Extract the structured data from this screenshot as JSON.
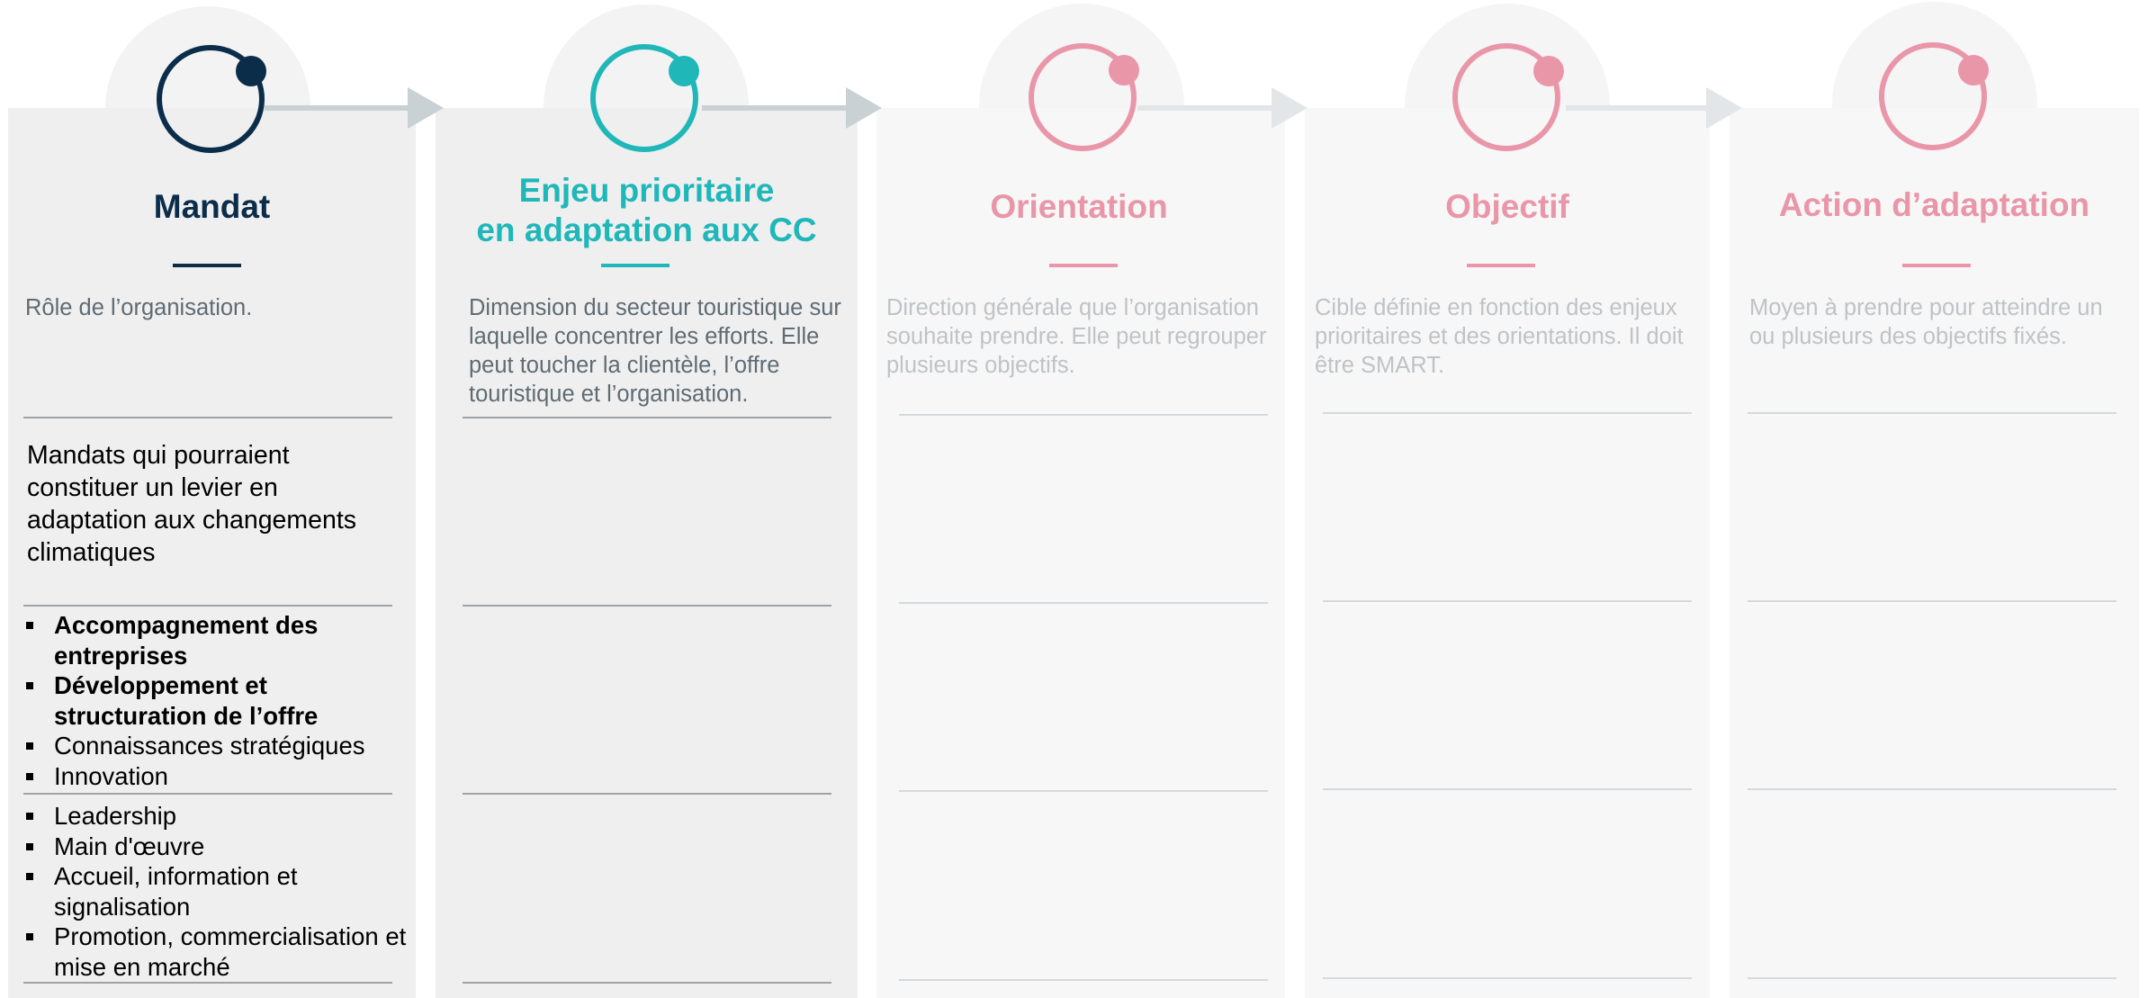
{
  "colors": {
    "navy": "#0b2d4a",
    "teal": "#20b7b9",
    "pink": "#e996a9",
    "panel_active": "#efeff0",
    "panel_inactive": "#f7f7f7",
    "halo": "#f3f3f3",
    "text_dark": "#5f6b72",
    "text_muted": "#bfc3c6"
  },
  "columns": [
    {
      "title_lines": [
        "Mandat"
      ],
      "description": "Rôle de l’organisation.",
      "status": "active",
      "accent": "navy",
      "icon": "circle-progress-icon"
    },
    {
      "title_lines": [
        "Enjeu prioritaire",
        "en adaptation aux CC"
      ],
      "description": "Dimension du secteur touristique sur laquelle concentrer les efforts. Elle peut toucher la clientèle, l’offre touristique et l’organisation.",
      "status": "active",
      "accent": "teal",
      "icon": "circle-progress-icon"
    },
    {
      "title_lines": [
        "Orientation"
      ],
      "description": "Direction générale que l’organisation souhaite prendre. Elle peut regrouper plusieurs objectifs.",
      "status": "inactive",
      "accent": "pink",
      "icon": "circle-progress-icon"
    },
    {
      "title_lines": [
        "Objectif"
      ],
      "description": "Cible définie en fonction des enjeux prioritaires et des orientations. Il doit être SMART.",
      "status": "inactive",
      "accent": "pink",
      "icon": "circle-progress-icon"
    },
    {
      "title_lines": [
        "Action d’adaptation"
      ],
      "description": "Moyen à prendre pour atteindre un ou plusieurs des objectifs fixés.",
      "status": "inactive",
      "accent": "pink",
      "icon": "circle-progress-icon"
    }
  ],
  "mandats": {
    "heading": "Mandats qui pourraient constituer un levier en adaptation aux changements climatiques",
    "group1": [
      {
        "text": "Accompagnement des entreprises",
        "bold": true
      },
      {
        "text": "Développement et structuration de l’offre",
        "bold": true
      },
      {
        "text": "Connaissances stratégiques",
        "bold": false
      },
      {
        "text": "Innovation",
        "bold": false
      }
    ],
    "group2": [
      {
        "text": "Leadership",
        "bold": false
      },
      {
        "text": "Main d'œuvre",
        "bold": false
      },
      {
        "text": "Accueil, information et signalisation",
        "bold": false
      },
      {
        "text": "Promotion, commercialisation et mise en marché",
        "bold": false
      }
    ]
  }
}
